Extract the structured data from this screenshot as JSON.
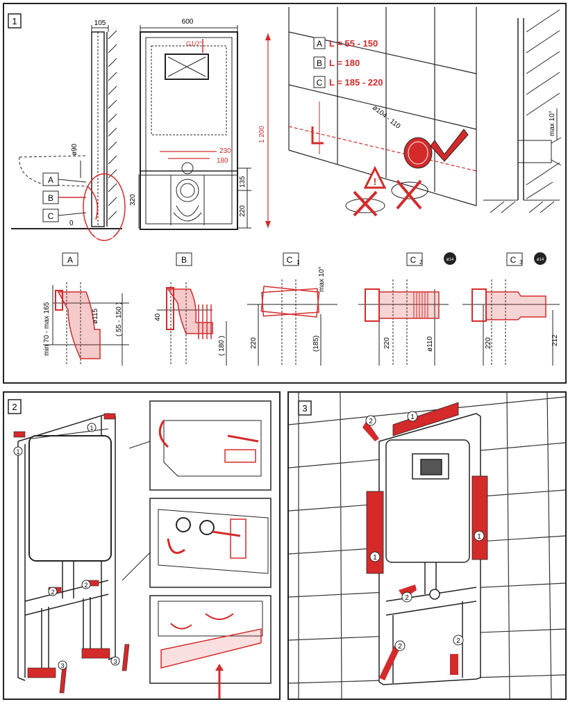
{
  "step1": {
    "number": "1",
    "side_dims": {
      "width": "105",
      "height_320": "320",
      "zero": "0",
      "diameter_90": "ø90"
    },
    "front_dims": {
      "width": "600",
      "height": "1 200",
      "g_thread": "G1/2\"",
      "d230": "230",
      "d180": "180",
      "d135": "135",
      "d220": "220"
    },
    "option_labels": [
      "A",
      "B",
      "C"
    ],
    "lengths": [
      {
        "key": "A",
        "text": "L = 55 - 150"
      },
      {
        "key": "B",
        "text": "L = 180"
      },
      {
        "key": "C",
        "text": "L = 185 - 220"
      }
    ],
    "pipe_dim": "ø104 - 110",
    "wall_angle": "max 10°",
    "variants": [
      {
        "label": "A",
        "dims": [
          "min 70 - max 165",
          "ø115",
          "( 55 - 150 )"
        ]
      },
      {
        "label": "B",
        "dims": [
          "40",
          "( 180 )"
        ]
      },
      {
        "label": "C",
        "sub": "1",
        "dims": [
          "max 10°",
          "220",
          "(185)"
        ]
      },
      {
        "label": "C",
        "sub": "2",
        "dims": [
          "220",
          "ø110"
        ]
      },
      {
        "label": "C",
        "sub": "3",
        "dims": [
          "220",
          "212"
        ]
      }
    ],
    "badge": "ø14"
  },
  "step2": {
    "number": "2",
    "callouts": [
      "1",
      "2",
      "3"
    ]
  },
  "step3": {
    "number": "3",
    "callouts": [
      "1",
      "2"
    ]
  },
  "colors": {
    "accent": "#d42a2a",
    "line": "#1a1a1a",
    "grid": "#333333"
  }
}
